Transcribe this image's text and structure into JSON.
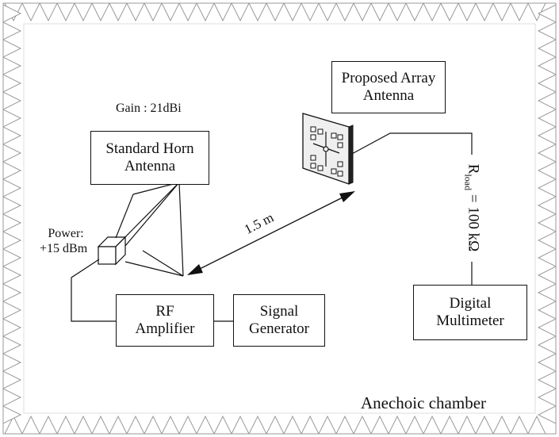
{
  "title": "Anechoic chamber",
  "labels": {
    "gain": "Gain  : 21dBi",
    "power_line1": "Power:",
    "power_line2": "+15 dBm",
    "distance": "1.5 m",
    "rload_prefix": "R",
    "rload_sub": "load",
    "rload_value": " = 100 kΩ"
  },
  "blocks": {
    "horn": {
      "line1": "Standard Horn",
      "line2": "Antenna"
    },
    "array": {
      "line1": "Proposed Array",
      "line2": "Antenna"
    },
    "amplifier": {
      "line1": "RF",
      "line2": "Amplifier"
    },
    "generator": {
      "line1": "Signal",
      "line2": "Generator"
    },
    "multimeter": {
      "line1": "Digital",
      "line2": "Multimeter"
    }
  },
  "colors": {
    "line": "#111111",
    "chamber_absorber": "#9a9a9a",
    "antenna_board": "#efefef"
  }
}
